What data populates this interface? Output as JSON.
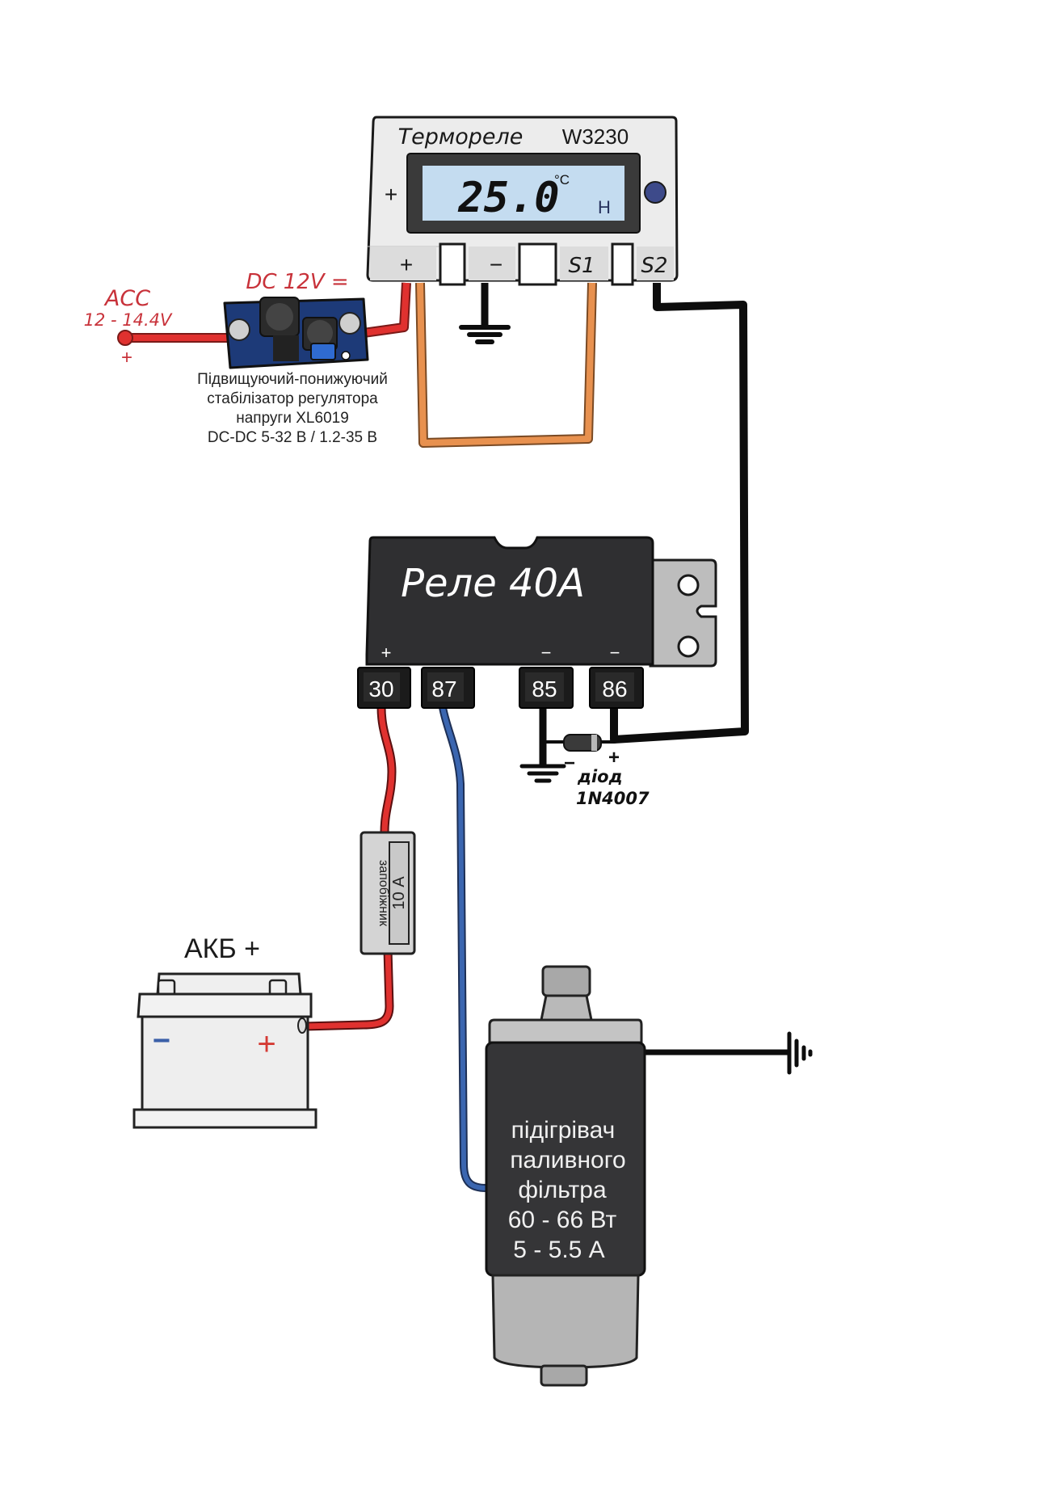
{
  "title": "Fuel filter heater wiring diagram with thermostat relay",
  "colors": {
    "wire_red": "#e0312f",
    "wire_orange": "#e8914f",
    "wire_black": "#0d0d0d",
    "wire_blue": "#3b66b0",
    "acc_label": "#c8323a",
    "lcd_bg": "#c4dcf0",
    "relay_body": "#2f2f31",
    "heater_body": "#353537"
  },
  "thermostat": {
    "title": "Терморелe",
    "model": "W3230",
    "display_value": "25.0",
    "display_unit": "°C",
    "mode_indicator": "H",
    "side_plus": "+",
    "terminals": [
      {
        "label": "+"
      },
      {
        "label": "−"
      },
      {
        "label": "S1"
      },
      {
        "label": "S2"
      }
    ]
  },
  "power_source": {
    "acc_label": "ACC",
    "voltage_range": "12 - 14.4V",
    "polarity": "+"
  },
  "dc_module": {
    "output_label": "DC 12V =",
    "caption": [
      "Підвищуючий-понижуючий",
      "стабілізатор регулятора",
      "напруги  XL6019",
      "DC-DC 5-32 В / 1.2-35 В"
    ]
  },
  "relay": {
    "title": "Реле 40А",
    "pins": [
      {
        "number": "30",
        "polarity": "+"
      },
      {
        "number": "87",
        "polarity": ""
      },
      {
        "number": "85",
        "polarity": "−"
      },
      {
        "number": "86",
        "polarity": "−"
      }
    ]
  },
  "diode": {
    "label_line1": "діод",
    "label_line2": "1N4007",
    "minus": "−",
    "plus": "+"
  },
  "fuse": {
    "label": "запобіжник",
    "rating": "10 А"
  },
  "battery": {
    "label": "АКБ +",
    "minus": "−",
    "plus": "+"
  },
  "heater": {
    "lines": [
      "підігрівач",
      "паливного",
      "фільтра",
      "60 - 66 Вт",
      "5 - 5.5 А"
    ]
  }
}
